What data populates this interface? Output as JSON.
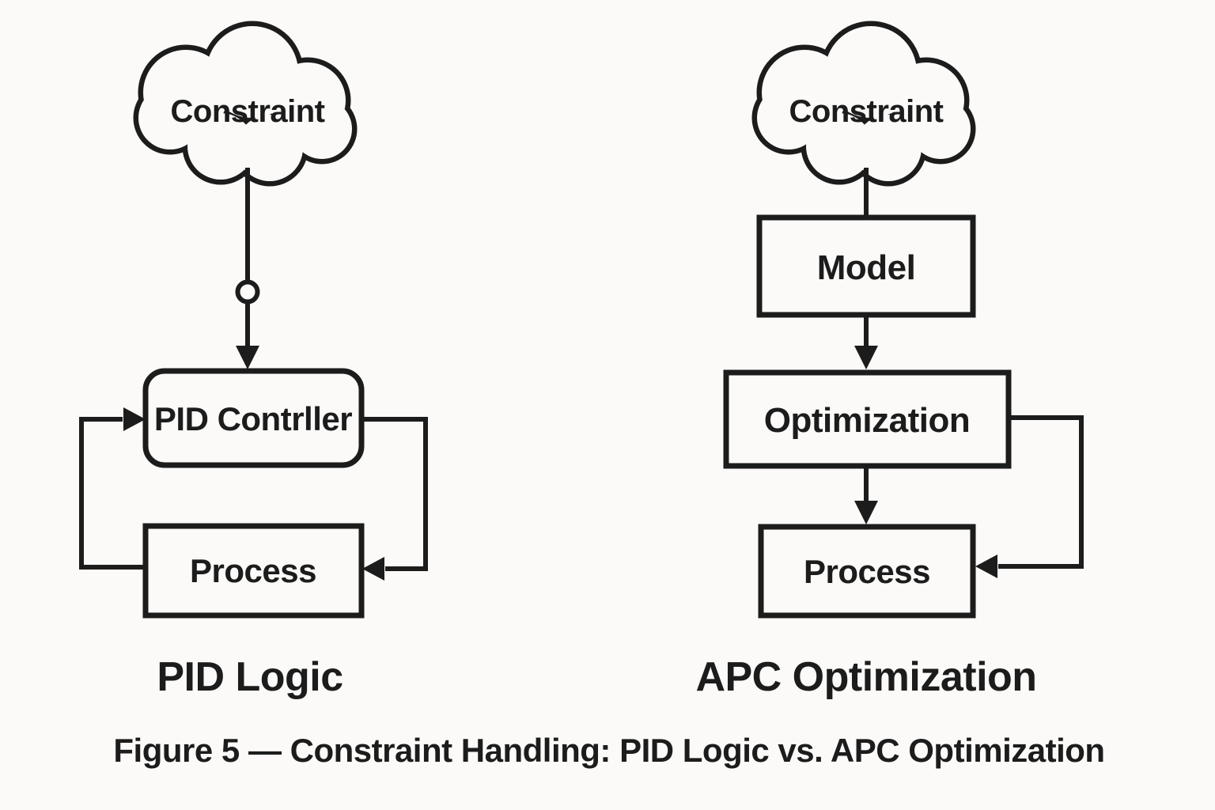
{
  "colors": {
    "ink": "#1c1c1c",
    "paper": "#fbfaf8"
  },
  "caption": "Figure 5 — Constraint Handling: PID Logic vs. APC Optimization",
  "pid": {
    "title": "PID Logic",
    "cloud": "Constraint",
    "controller": "PID Contrller",
    "process": "Process"
  },
  "apc": {
    "title": "APC Optimization",
    "cloud": "Constraint",
    "model": "Model",
    "optimization": "Optimization",
    "process": "Process"
  }
}
